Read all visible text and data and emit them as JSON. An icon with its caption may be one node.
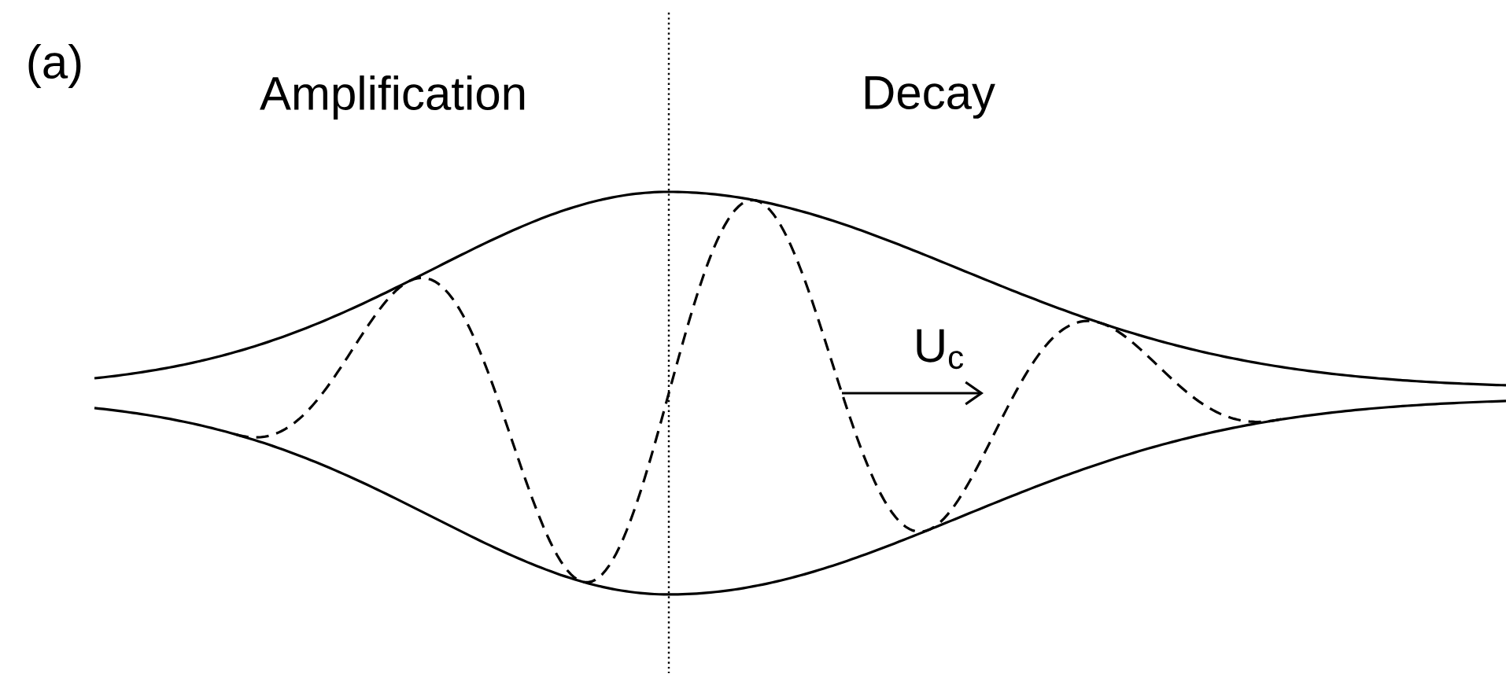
{
  "diagram": {
    "labels": [
      "(a)",
      "Amplification",
      "Decay",
      "U$_{c}$"
    ]
  }
}
